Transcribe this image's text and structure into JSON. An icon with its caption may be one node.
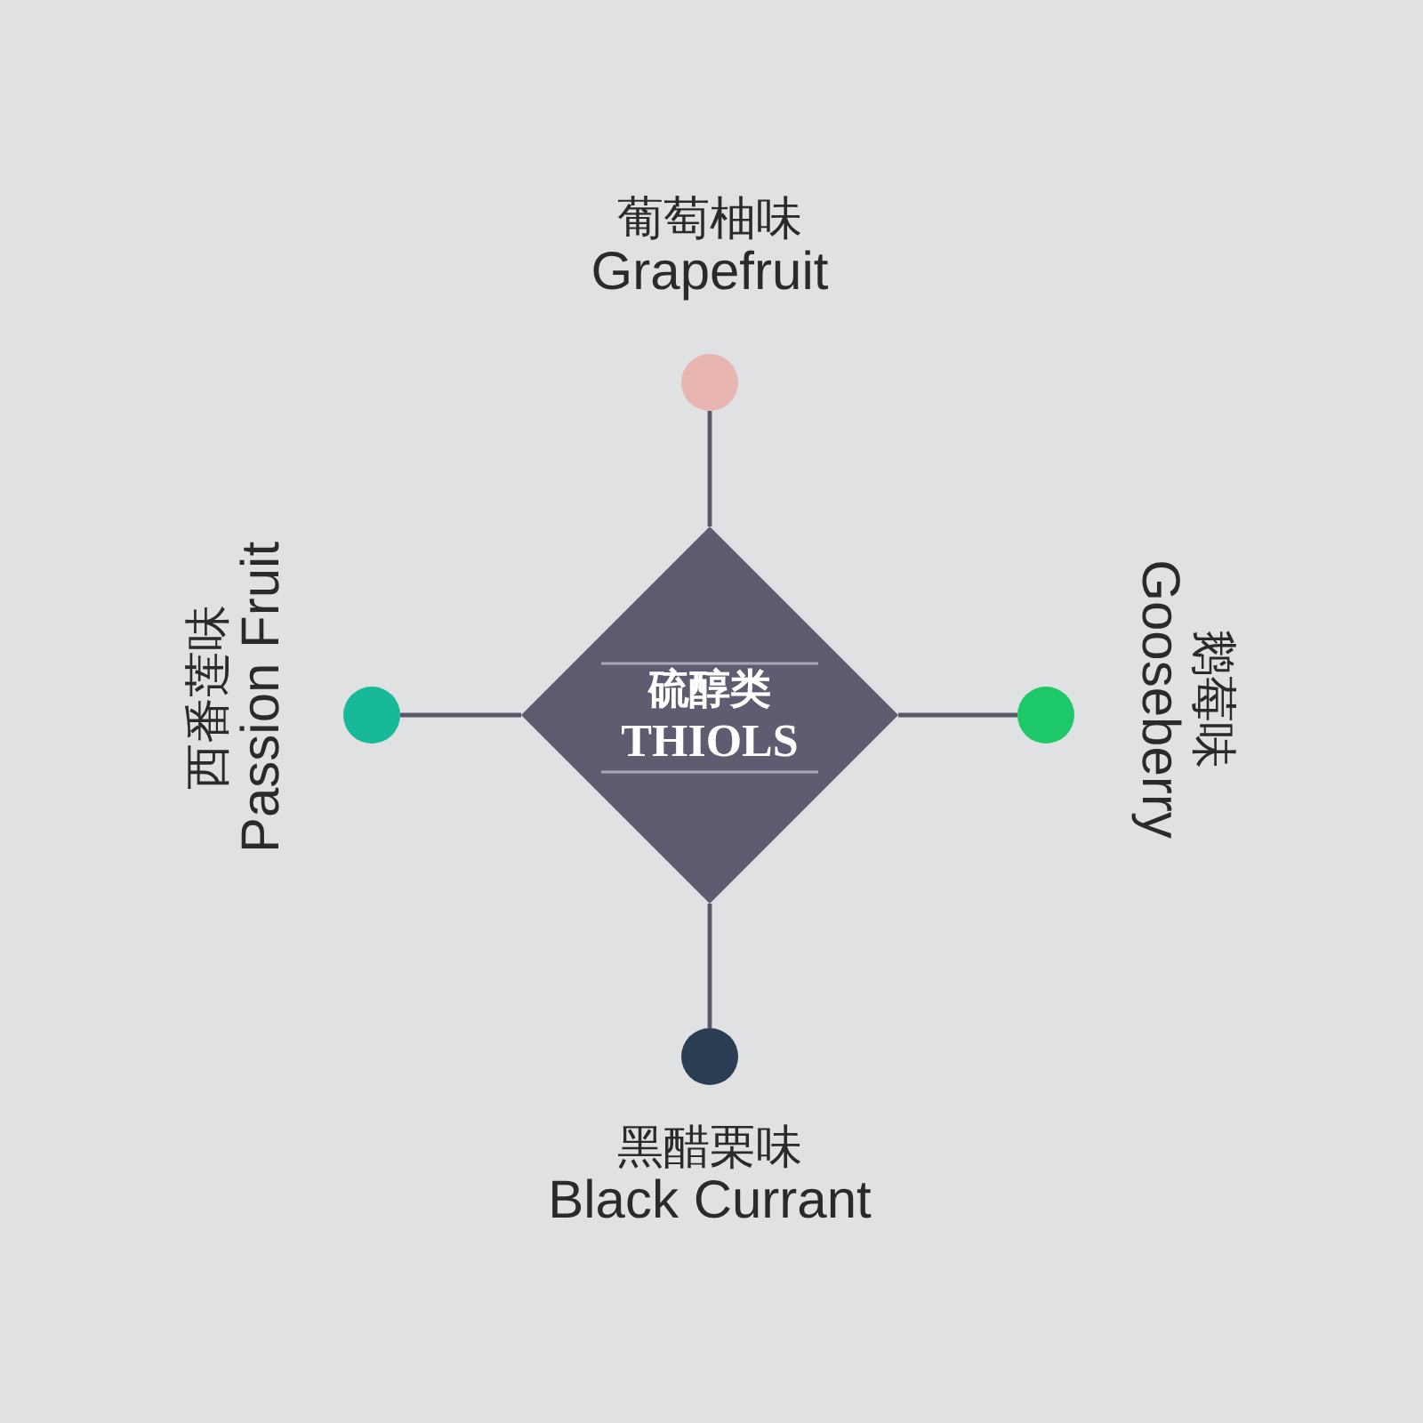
{
  "diagram": {
    "nodes": [
      {
        "text": [],
        "shape": "circle",
        "beside": [
          "葡萄柚味",
          "Grapefruit"
        ]
      },
      {
        "text": [],
        "shape": "circle",
        "beside": [
          "西番莲味",
          "Passion Fruit"
        ]
      },
      {
        "text": [
          "硫醇类",
          "THIOLS"
        ]
      },
      {
        "text": [],
        "shape": "circle",
        "beside": [
          "鹅莓味",
          "Gooseberry"
        ]
      },
      {
        "text": [],
        "shape": "circle",
        "beside": [
          "黑醋栗味",
          "Black Currant"
        ]
      }
    ],
    "edges": [
      {
        "from": 2,
        "to": 0,
        "arrow": "none"
      },
      {
        "from": 2,
        "to": 1,
        "arrow": "none"
      },
      {
        "from": 2,
        "to": 3,
        "arrow": "none"
      },
      {
        "from": 2,
        "to": 4,
        "arrow": "none"
      }
    ]
  }
}
